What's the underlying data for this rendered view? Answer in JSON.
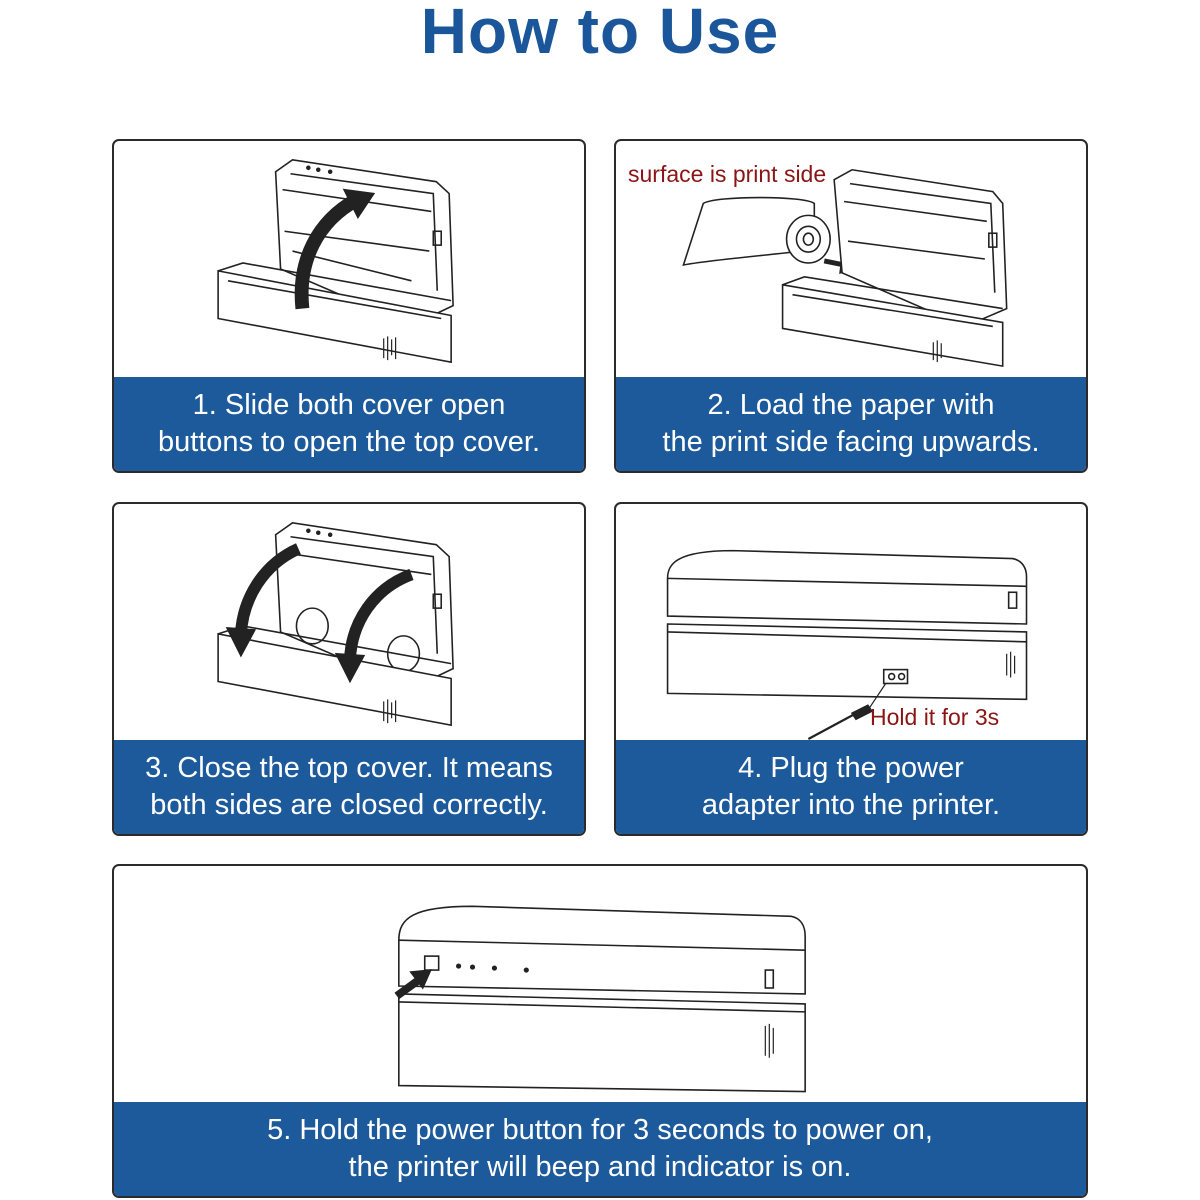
{
  "title": "How to Use",
  "steps": [
    {
      "line1": "1. Slide both cover open",
      "line2": "buttons to open the top cover."
    },
    {
      "line1": "2. Load the paper with",
      "line2": "the print side facing upwards.",
      "note": "surface is print side"
    },
    {
      "line1": "3. Close the top cover. It means",
      "line2": "both sides are closed correctly."
    },
    {
      "line1": "4. Plug the power",
      "line2": "adapter into the printer.",
      "note": "Hold it for 3s"
    },
    {
      "line1": "5. Hold the power button for 3 seconds to power on,",
      "line2": "the printer will beep and indicator is on."
    }
  ],
  "colors": {
    "title": "#1a5699",
    "caption_bg": "#1d5a9c",
    "note": "#8b1414"
  }
}
